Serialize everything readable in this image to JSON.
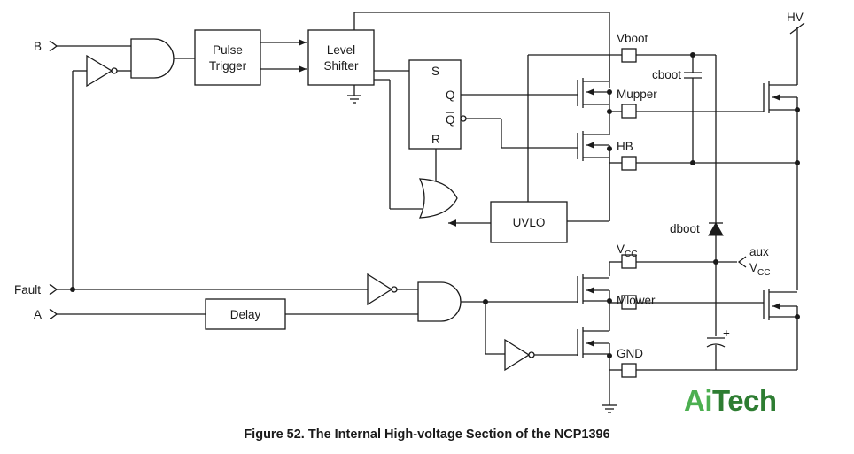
{
  "inputs": {
    "b": "B",
    "fault": "Fault",
    "a": "A"
  },
  "blocks": {
    "pulse_trigger": [
      "Pulse",
      "Trigger"
    ],
    "level_shifter": [
      "Level",
      "Shifter"
    ],
    "uvlo": "UVLO",
    "delay": "Delay"
  },
  "flipflop": {
    "s": "S",
    "q": "Q",
    "qbar": "Q",
    "r": "R"
  },
  "pins": {
    "vboot": "Vboot",
    "mupper": "Mupper",
    "hb": "HB",
    "vcc_main": "V",
    "vcc_sub": "CC",
    "mlower": "Mlower",
    "gnd": "GND"
  },
  "external": {
    "cboot": "cboot",
    "dboot": "dboot",
    "hv": "HV",
    "aux": "aux",
    "aux_vcc_main": "V",
    "aux_vcc_sub": "CC",
    "cap_plus": "+"
  },
  "caption": "Figure 52. The Internal High-voltage Section of the NCP1396",
  "watermark": {
    "part1": "Ai",
    "part2": "Tech"
  }
}
